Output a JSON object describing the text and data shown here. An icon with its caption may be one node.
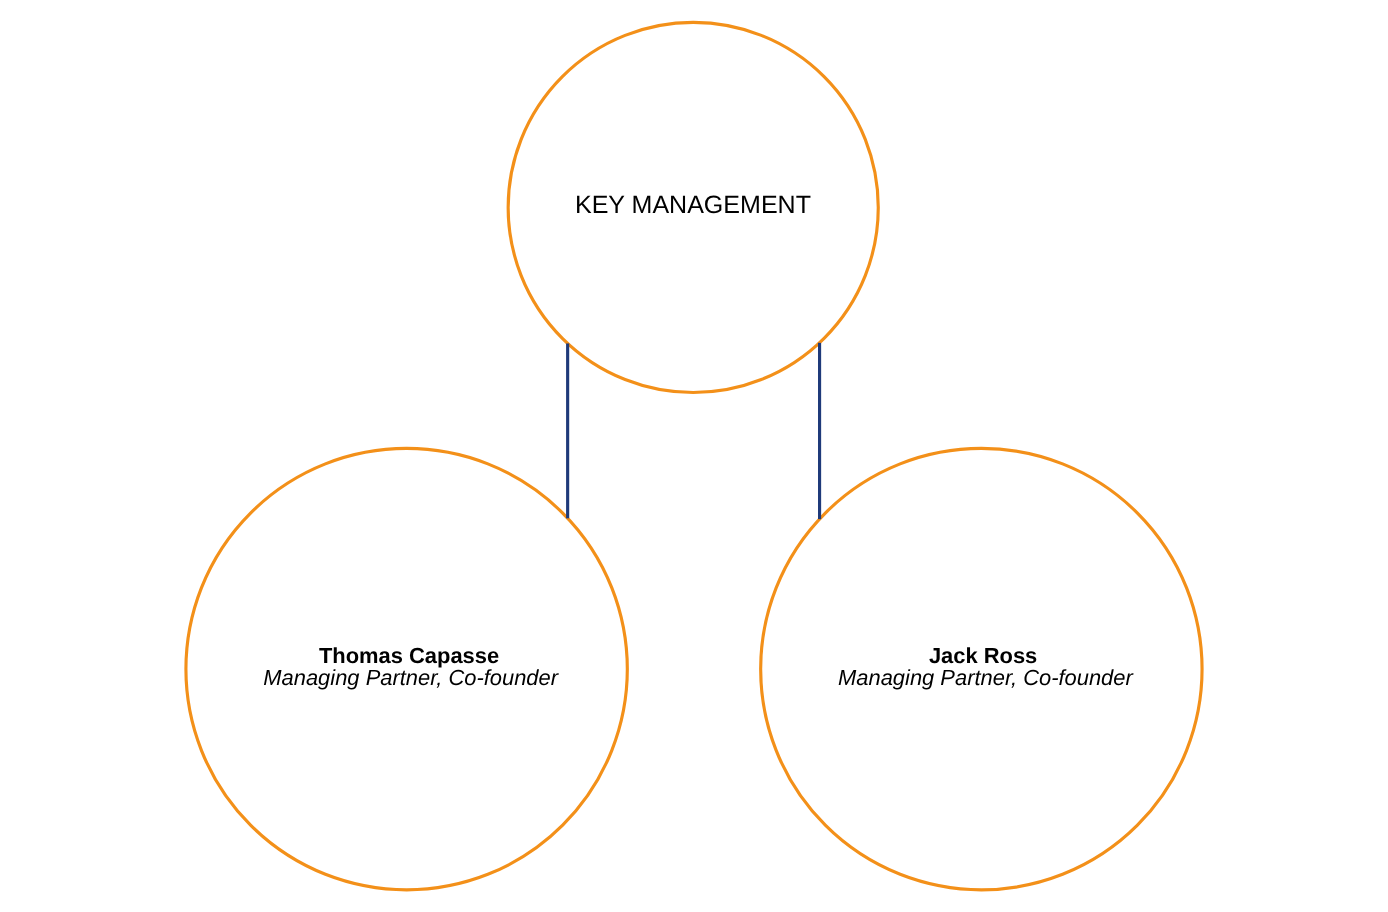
{
  "diagram": {
    "nodes": [
      {
        "text": [
          "KEY MANAGEMENT"
        ]
      },
      {
        "text": [
          "Thomas Capasse",
          "Managing Partner, Co-founder"
        ]
      },
      {
        "text": [
          "Jack Ross",
          "Managing Partner, Co-founder"
        ]
      }
    ],
    "edges": [
      {
        "from": 0,
        "to": 1,
        "arrow": "none"
      },
      {
        "from": 0,
        "to": 2,
        "arrow": "none"
      }
    ]
  }
}
